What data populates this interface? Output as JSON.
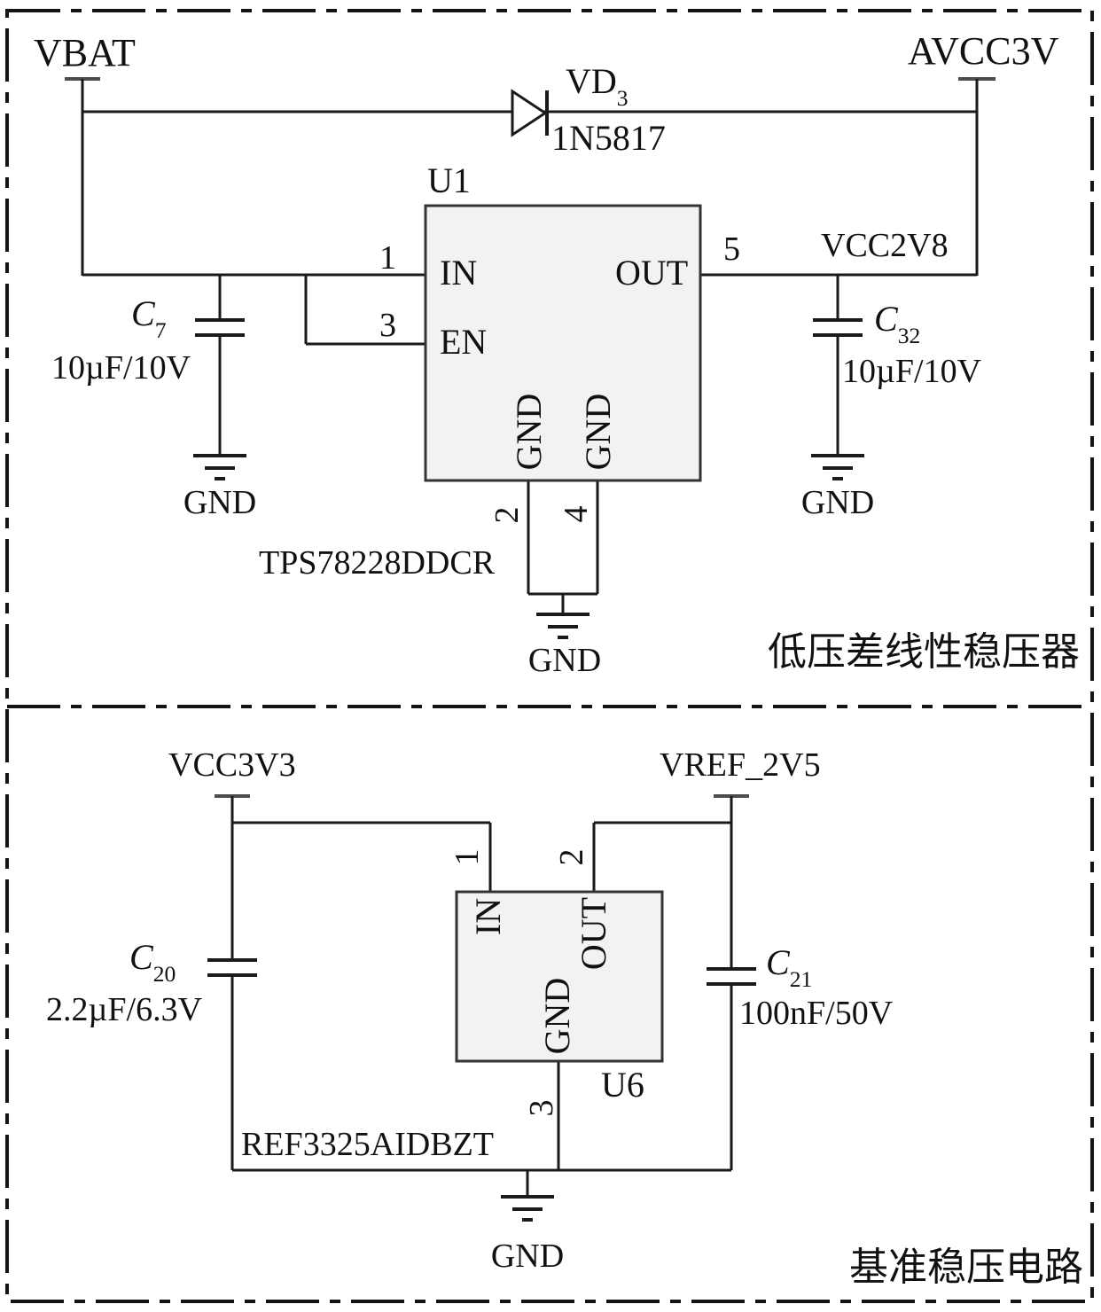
{
  "top": {
    "title": "低压差线性稳压器",
    "vbat": "VBAT",
    "avcc3v": "AVCC3V",
    "vcc2v8": "VCC2V8",
    "gnd": "GND",
    "diode": {
      "ref_base": "VD",
      "ref_sub": "3",
      "part": "1N5817"
    },
    "u1": {
      "ref": "U1",
      "part": "TPS78228DDCR",
      "pin_in": "IN",
      "pin_en": "EN",
      "pin_out": "OUT",
      "pin_gnd": "GND",
      "num_in": "1",
      "num_en": "3",
      "num_out": "5",
      "num_gnd2": "2",
      "num_gnd4": "4"
    },
    "c7": {
      "ref_base": "C",
      "ref_sub": "7",
      "value": "10µF/10V"
    },
    "c32": {
      "ref_base": "C",
      "ref_sub": "32",
      "value": "10µF/10V"
    }
  },
  "bottom": {
    "title": "基准稳压电路",
    "vcc3v3": "VCC3V3",
    "vref": "VREF_2V5",
    "gnd": "GND",
    "u6": {
      "ref": "U6",
      "part": "REF3325AIDBZT",
      "pin_in": "IN",
      "pin_out": "OUT",
      "pin_gnd": "GND",
      "num_in": "1",
      "num_out": "2",
      "num_gnd": "3"
    },
    "c20": {
      "ref_base": "C",
      "ref_sub": "20",
      "value": "2.2µF/6.3V"
    },
    "c21": {
      "ref_base": "C",
      "ref_sub": "21",
      "value": "100nF/50V"
    }
  }
}
